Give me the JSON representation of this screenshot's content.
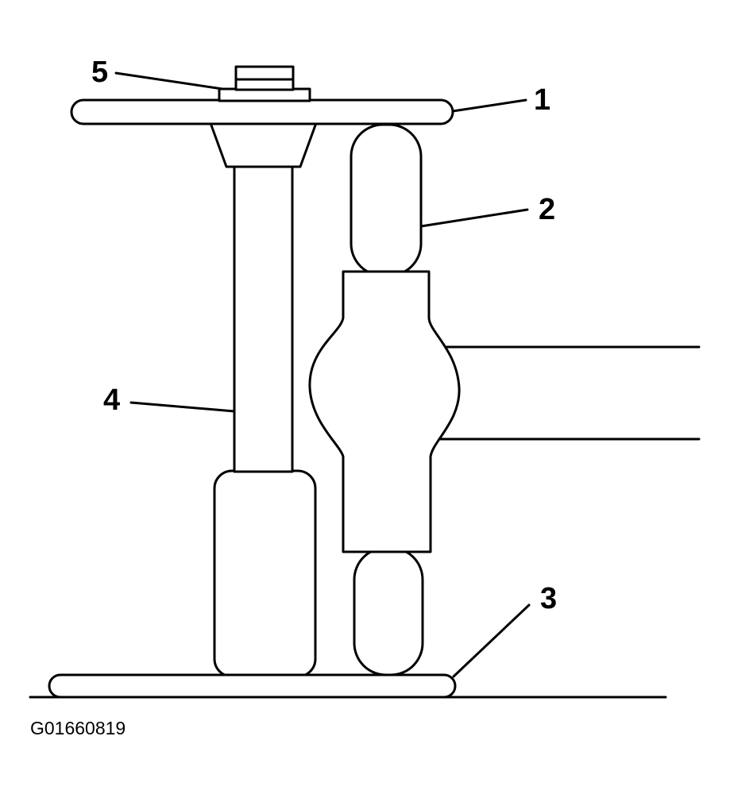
{
  "diagram": {
    "callouts": [
      {
        "id": "callout-1",
        "label": "1"
      },
      {
        "id": "callout-2",
        "label": "2"
      },
      {
        "id": "callout-3",
        "label": "3"
      },
      {
        "id": "callout-4",
        "label": "4"
      },
      {
        "id": "callout-5",
        "label": "5"
      }
    ],
    "figure_code": "G01660819",
    "colors": {
      "stroke": "#000000",
      "fill": "#ffffff"
    }
  }
}
